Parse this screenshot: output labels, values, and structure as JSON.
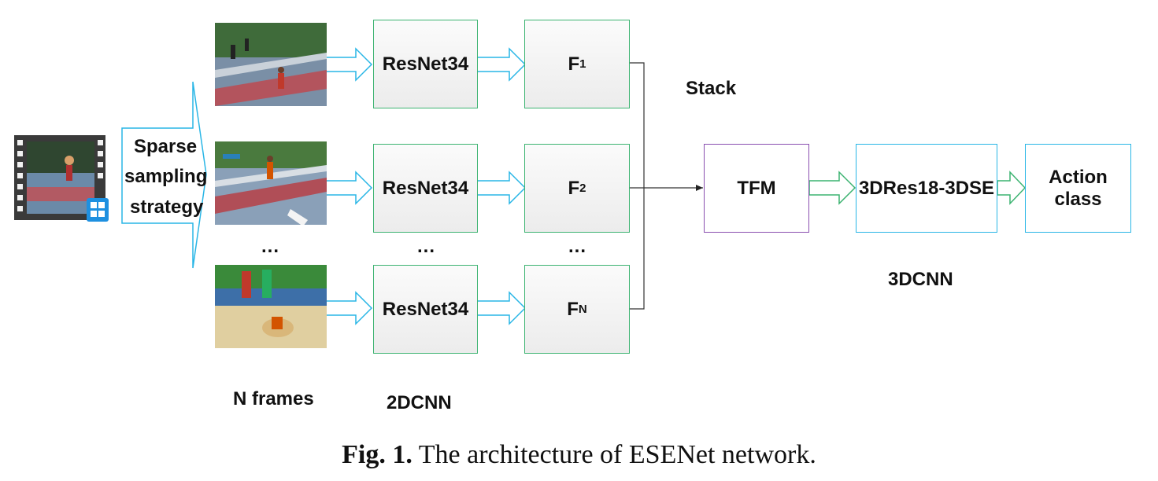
{
  "sampling": {
    "lines": [
      "Sparse",
      "sampling",
      "strategy"
    ]
  },
  "rows": [
    {
      "backbone": "ResNet34",
      "feature_main": "F",
      "feature_sub": "1"
    },
    {
      "backbone": "ResNet34",
      "feature_main": "F",
      "feature_sub": "2"
    },
    {
      "backbone": "ResNet34",
      "feature_main": "F",
      "feature_sub": "N"
    }
  ],
  "ellipsis": "...",
  "stack_label": "Stack",
  "tfm_label": "TFM",
  "cnn3d_block": "3DRes18-3DSE",
  "output_label": "Action class",
  "group_labels": {
    "frames": "N frames",
    "cnn2d": "2DCNN",
    "cnn3d": "3DCNN"
  },
  "caption": {
    "prefix": "Fig. 1.",
    "text": " The architecture of  ESENet network."
  },
  "colors": {
    "green": "#3cb371",
    "cyan": "#29b6e6",
    "purple": "#8a4fb0"
  }
}
